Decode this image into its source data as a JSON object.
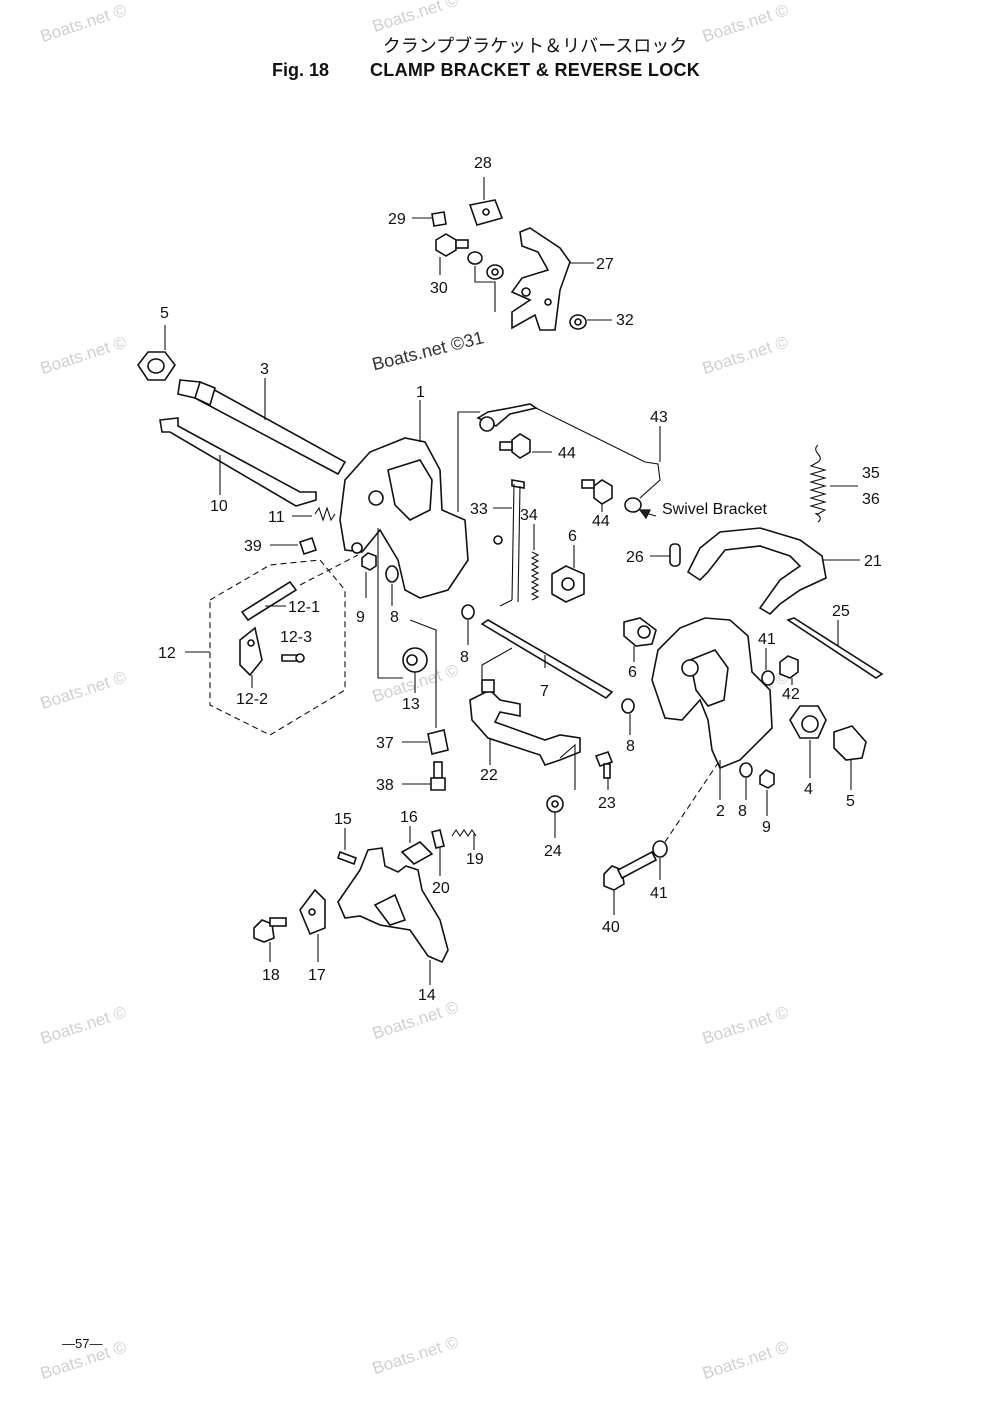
{
  "header": {
    "title_jp": "クランプブラケット＆リバースロック",
    "fig_no": "Fig. 18",
    "title_en": "CLAMP BRACKET & REVERSE LOCK"
  },
  "watermark": {
    "text": "Boats.net ©",
    "center_text": "Boats.net ©31"
  },
  "annotation": {
    "swivel_bracket": "Swivel Bracket"
  },
  "footer": {
    "page": "—57—"
  },
  "part_labels": {
    "p1": "1",
    "p2": "2",
    "p3": "3",
    "p4": "4",
    "p5a": "5",
    "p5b": "5",
    "p6a": "6",
    "p6b": "6",
    "p7": "7",
    "p8a": "8",
    "p8b": "8",
    "p8c": "8",
    "p8d": "8",
    "p9a": "9",
    "p9b": "9",
    "p10": "10",
    "p11": "11",
    "p12": "12",
    "p12_1": "12-1",
    "p12_2": "12-2",
    "p12_3": "12-3",
    "p13": "13",
    "p14": "14",
    "p15": "15",
    "p16": "16",
    "p17": "17",
    "p18": "18",
    "p19": "19",
    "p20": "20",
    "p21": "21",
    "p22": "22",
    "p23": "23",
    "p24": "24",
    "p25": "25",
    "p26": "26",
    "p27": "27",
    "p28": "28",
    "p29": "29",
    "p30": "30",
    "p32": "32",
    "p33": "33",
    "p34": "34",
    "p35": "35",
    "p36": "36",
    "p37": "37",
    "p38": "38",
    "p39": "39",
    "p40": "40",
    "p41a": "41",
    "p41b": "41",
    "p42": "42",
    "p43": "43",
    "p44a": "44",
    "p44b": "44"
  }
}
